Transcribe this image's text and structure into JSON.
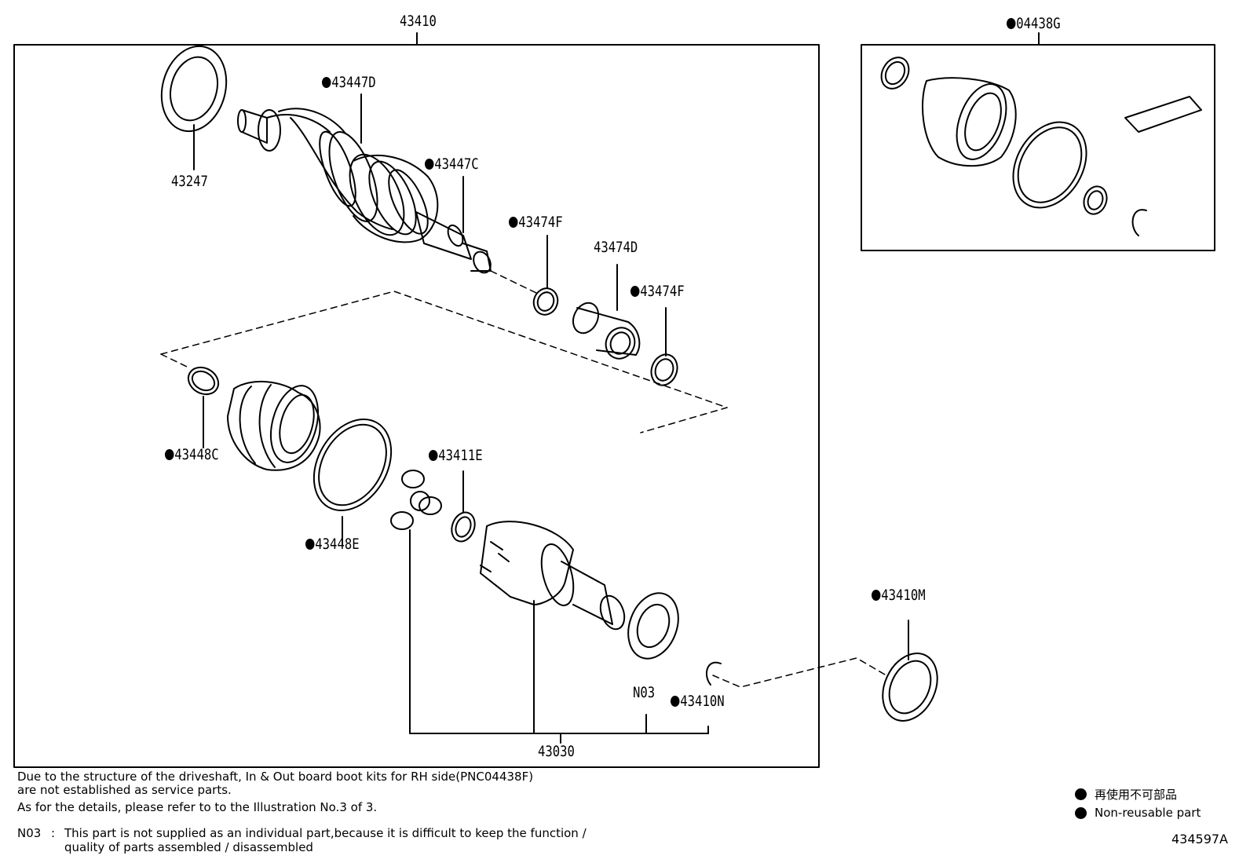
{
  "labels": {
    "p43410": {
      "text": "43410",
      "reusable": true
    },
    "p04438G": {
      "text": "04438G",
      "reusable": false
    },
    "p43247": {
      "text": "43247",
      "reusable": true
    },
    "p43447D": {
      "text": "43447D",
      "reusable": false
    },
    "p43447C": {
      "text": "43447C",
      "reusable": false
    },
    "p43474F_a": {
      "text": "43474F",
      "reusable": false
    },
    "p43474D": {
      "text": "43474D",
      "reusable": true
    },
    "p43474F_b": {
      "text": "43474F",
      "reusable": false
    },
    "p43448C": {
      "text": "43448C",
      "reusable": false
    },
    "p43411E": {
      "text": "43411E",
      "reusable": false
    },
    "p43448E": {
      "text": "43448E",
      "reusable": false
    },
    "p43410M": {
      "text": "43410M",
      "reusable": false
    },
    "pN03": {
      "text": "N03",
      "reusable": true
    },
    "p43410N": {
      "text": "43410N",
      "reusable": false
    },
    "p43030": {
      "text": "43030",
      "reusable": true
    }
  },
  "notes": {
    "line1": "Due to the structure of the driveshaft, In & Out board  boot kits for RH side(PNC04438F)",
    "line2": "are not established as service parts.",
    "line3": "As for the details, please refer to to the Illustration No.3 of 3.",
    "n03_code": "N03",
    "n03_sep": ":",
    "n03_line1": "This part is not supplied as an individual part,because it is difficult to keep the function /",
    "n03_line2": "quality of parts assembled / disassembled"
  },
  "legend": {
    "japanese": "再使用不可部品",
    "english": "Non-reusable part"
  },
  "diagram_id": "434597A"
}
